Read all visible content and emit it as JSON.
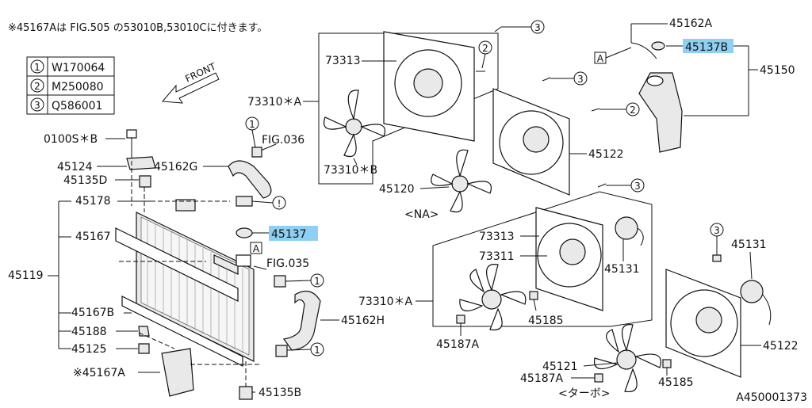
{
  "note": "※45167Aは FIG.505 の53010B,53010Cに付きます。",
  "legend": [
    {
      "num": "1",
      "code": "W170064"
    },
    {
      "num": "2",
      "code": "M250080"
    },
    {
      "num": "3",
      "code": "Q586001"
    }
  ],
  "front_label": "FRONT",
  "labels": {
    "p0100S": "0100S＊B",
    "p45124": "45124",
    "p45135D": "45135D",
    "p45178": "45178",
    "p45167": "45167",
    "p45119": "45119",
    "p45167B": "45167B",
    "p45188": "45188",
    "p45125": "45125",
    "p45167A": "※45167A",
    "p45135B": "45135B",
    "p45162G": "45162G",
    "fig036": "FIG.036",
    "fig035": "FIG.035",
    "p45137": "45137",
    "p45162H": "45162H",
    "p73313a": "73313",
    "p73310A1": "73310＊A",
    "p73310B": "73310＊B",
    "p45120": "45120",
    "na": "<NA>",
    "p45122a": "45122",
    "p45162A": "45162A",
    "p45137B": "45137B",
    "p45150": "45150",
    "p73313b": "73313",
    "p73311": "73311",
    "p73310A2": "73310＊A",
    "p45131a": "45131",
    "p45185a": "45185",
    "p45187Aa": "45187A",
    "p45131b": "45131",
    "p45122b": "45122",
    "p45121": "45121",
    "p45187Ab": "45187A",
    "p45185b": "45185",
    "turbo": "<ターボ>",
    "ref_a1": "A",
    "ref_a2": "A",
    "excl": "!",
    "diagram_id": "A450001373"
  },
  "circles": {
    "c1a": "1",
    "c1b": "1",
    "c1c": "1",
    "c2a": "2",
    "c2b": "2",
    "c3a": "3",
    "c3b": "3",
    "c3c": "3",
    "c3d": "3"
  },
  "colors": {
    "highlight": "#8fd0f2",
    "ink": "#111111"
  }
}
